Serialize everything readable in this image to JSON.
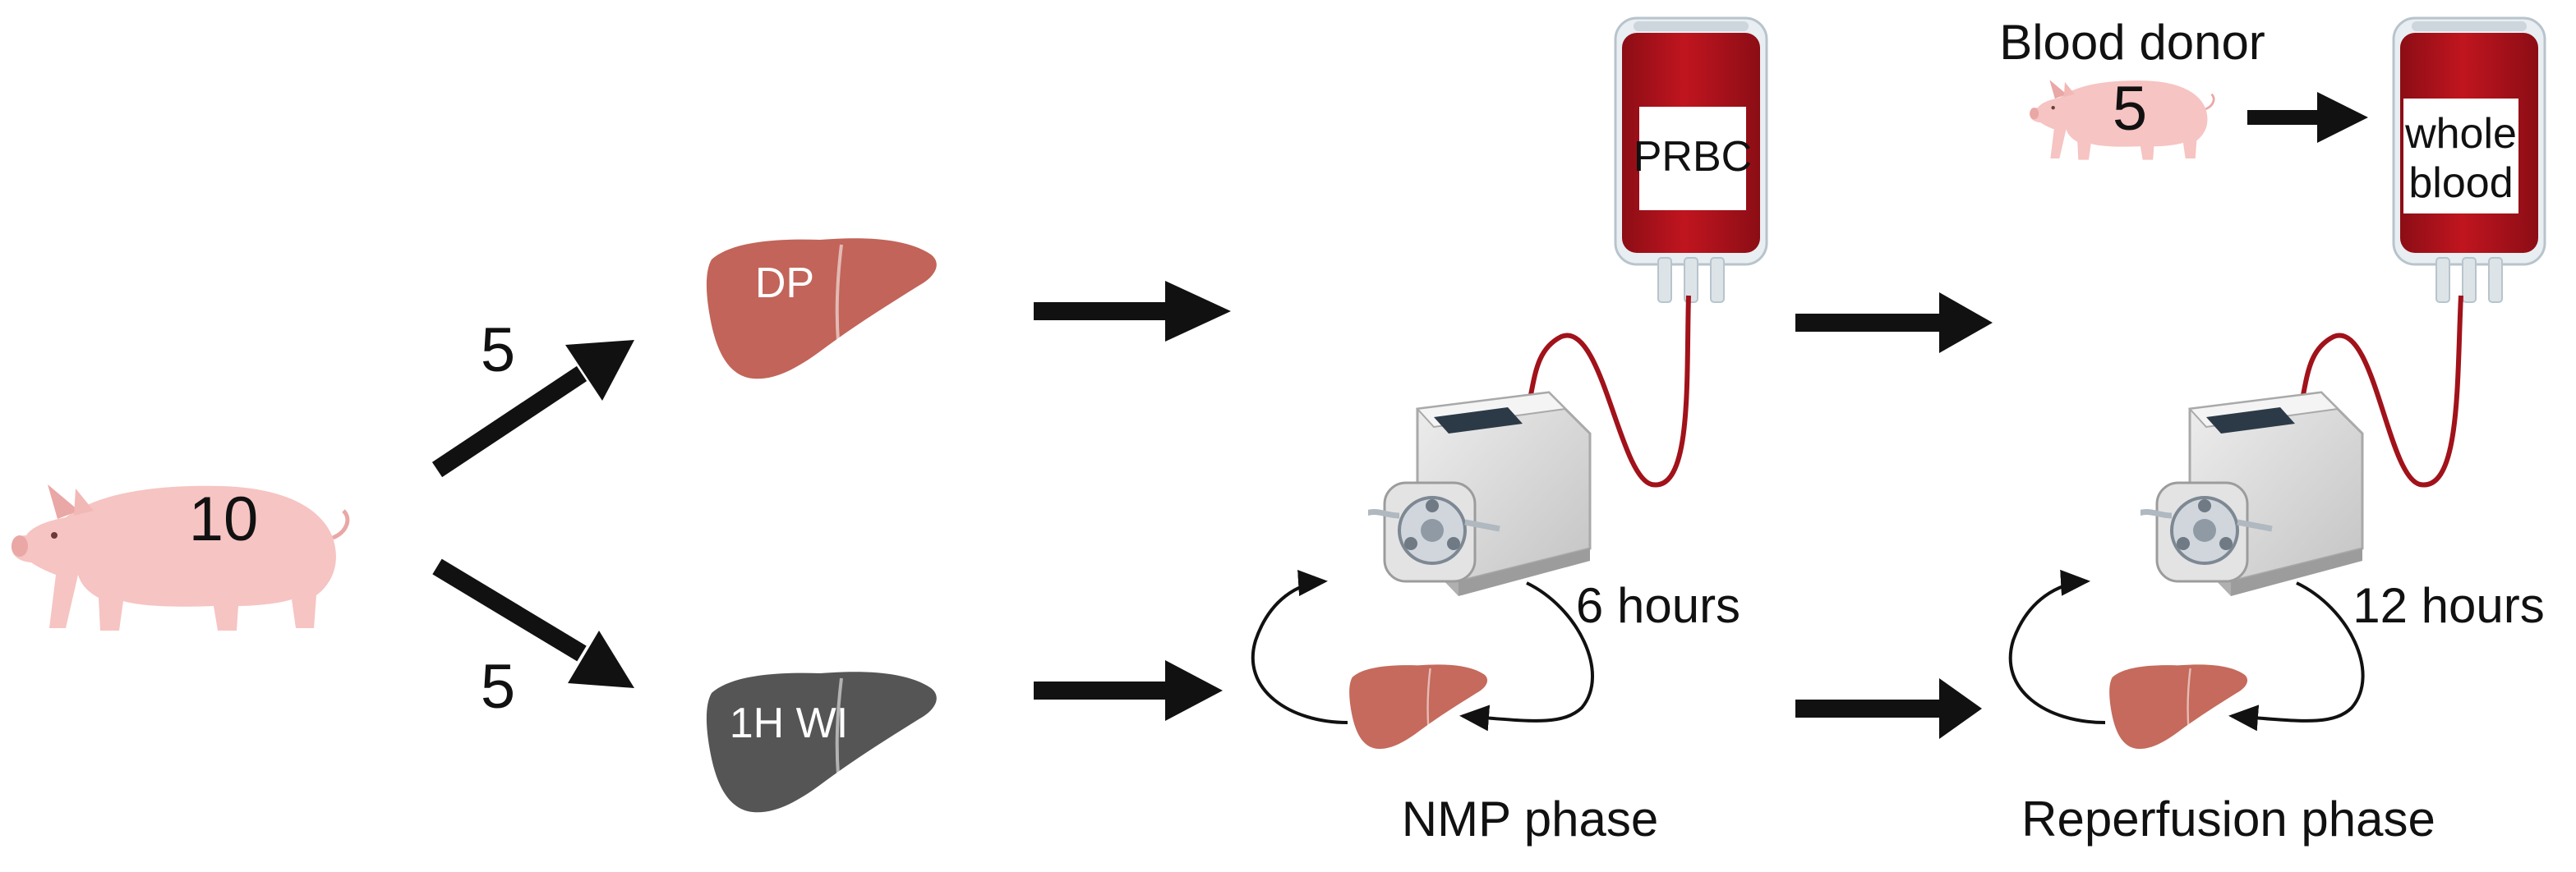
{
  "diagram": {
    "source_pigs": "10",
    "branch_top_count": "5",
    "branch_bottom_count": "5",
    "liver_top_label": "DP",
    "liver_bottom_label": "1H WI",
    "bag_nmp_label": "PRBC",
    "bag_reperfusion_line1": "whole",
    "bag_reperfusion_line2": "blood",
    "donor_title": "Blood donor",
    "donor_count": "5",
    "nmp_duration": "6 hours",
    "reperfusion_duration": "12 hours",
    "nmp_phase_label": "NMP phase",
    "reperfusion_phase_label": "Reperfusion phase"
  },
  "colors": {
    "pig": "#f6c4c2",
    "pig_dark": "#e9a7a6",
    "liver_dp": "#c26459",
    "liver_wi": "#555555",
    "liver_small": "#c56a5c",
    "blood": "#b3121c",
    "blood_dark": "#8c0d15",
    "arrow": "#111111",
    "tube": "#a1121a",
    "machine": "#dadada"
  },
  "icons": [
    "pig-icon",
    "liver-icon",
    "blood-bag-icon",
    "perfusion-machine-icon",
    "arrow-icon"
  ]
}
